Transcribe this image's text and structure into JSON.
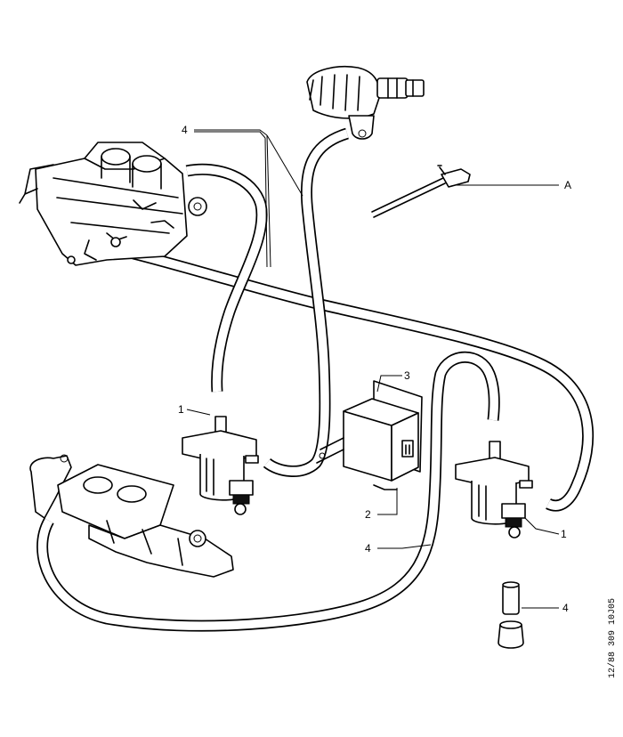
{
  "labels": {
    "vacuum_valve_left": "1",
    "vacuum_valve_right": "1",
    "control_unit": "2",
    "bracket": "3",
    "hose_top": "4",
    "hose_bottom": "4",
    "connector_sleeve": "4",
    "tie_wrap": "A"
  },
  "drawing_code": "12/88 309 10J05"
}
